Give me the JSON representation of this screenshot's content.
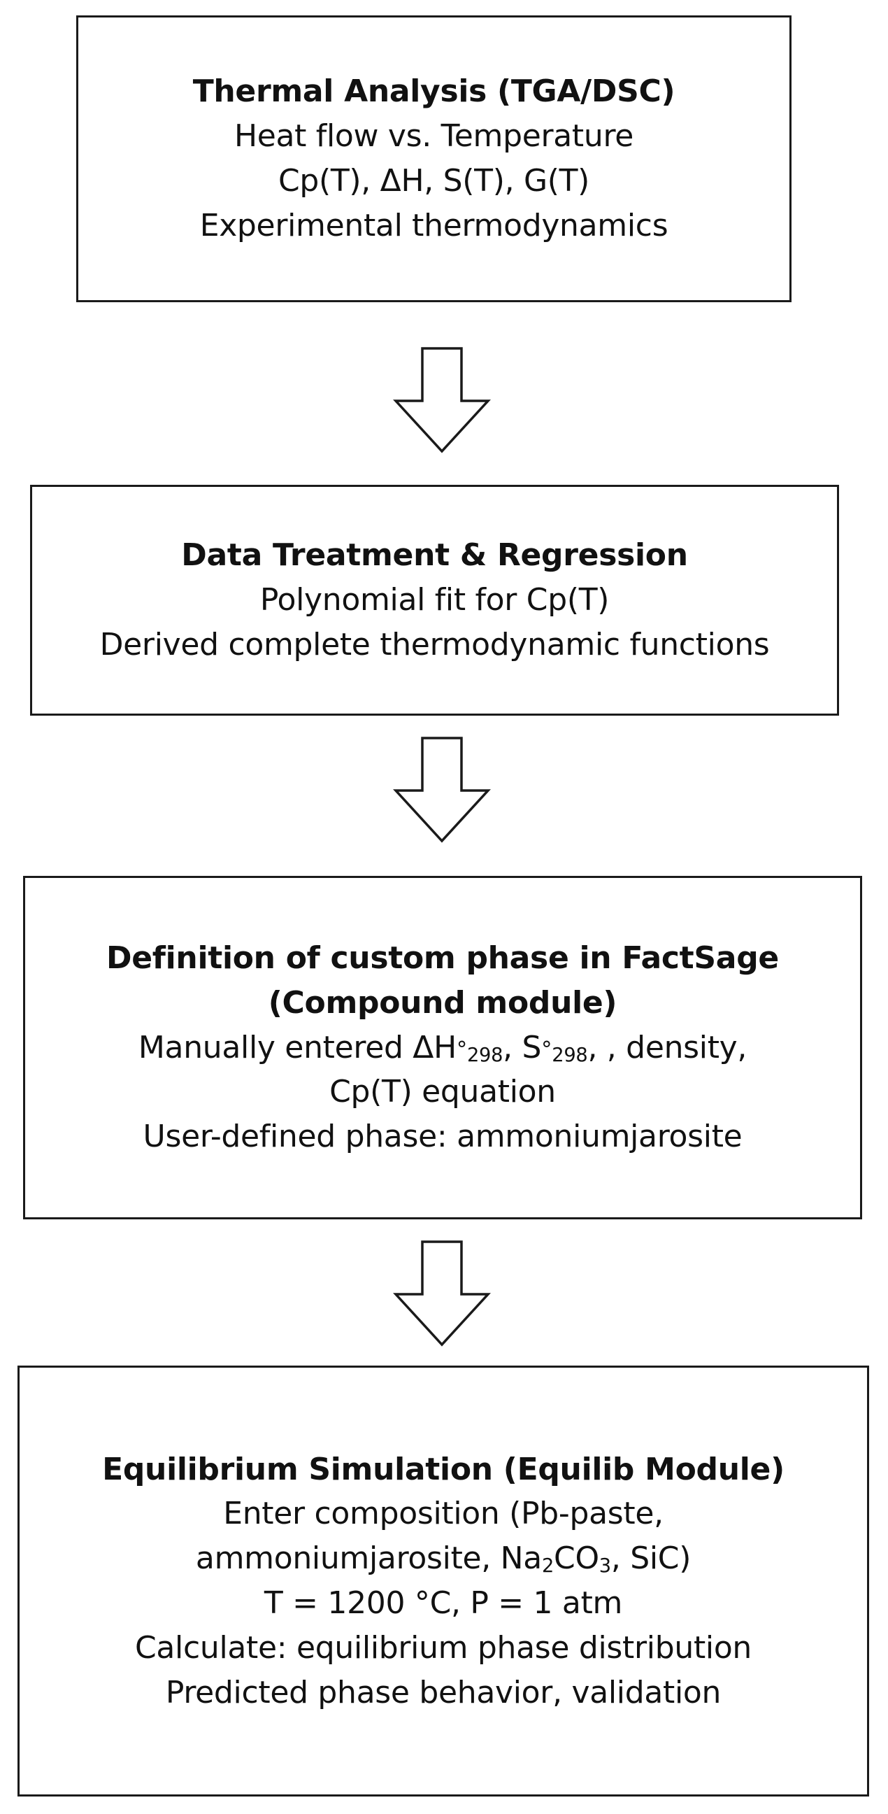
{
  "boxes": [
    {
      "title": "Thermal Analysis (TGA/DSC)",
      "lines": [
        "Heat flow vs. Temperature",
        "Cp(T), ΔH, S(T), G(T)",
        "Experimental thermodynamics"
      ]
    },
    {
      "title": "Data Treatment & Regression",
      "lines": [
        "Polynomial fit for Cp(T)",
        "Derived complete thermodynamic functions"
      ]
    },
    {
      "title_lines": [
        "Definition of custom phase in FactSage",
        "(Compound module)"
      ],
      "line1_parts": [
        "Manually entered ΔH",
        "°",
        "298",
        ", S",
        "°",
        "298",
        ", , density,"
      ],
      "lines": [
        "Cp(T) equation",
        "User-defined phase: ammoniumjarosite"
      ]
    },
    {
      "title": "Equilibrium Simulation (Equilib Module)",
      "line1": "Enter composition (Pb-paste,",
      "line2_parts": [
        "ammoniumjarosite, Na",
        "2",
        "CO",
        "3",
        ", SiC)"
      ],
      "lines": [
        "T = 1200 °C, P = 1 atm",
        "Calculate: equilibrium phase distribution",
        "Predicted phase behavior, validation"
      ]
    }
  ]
}
